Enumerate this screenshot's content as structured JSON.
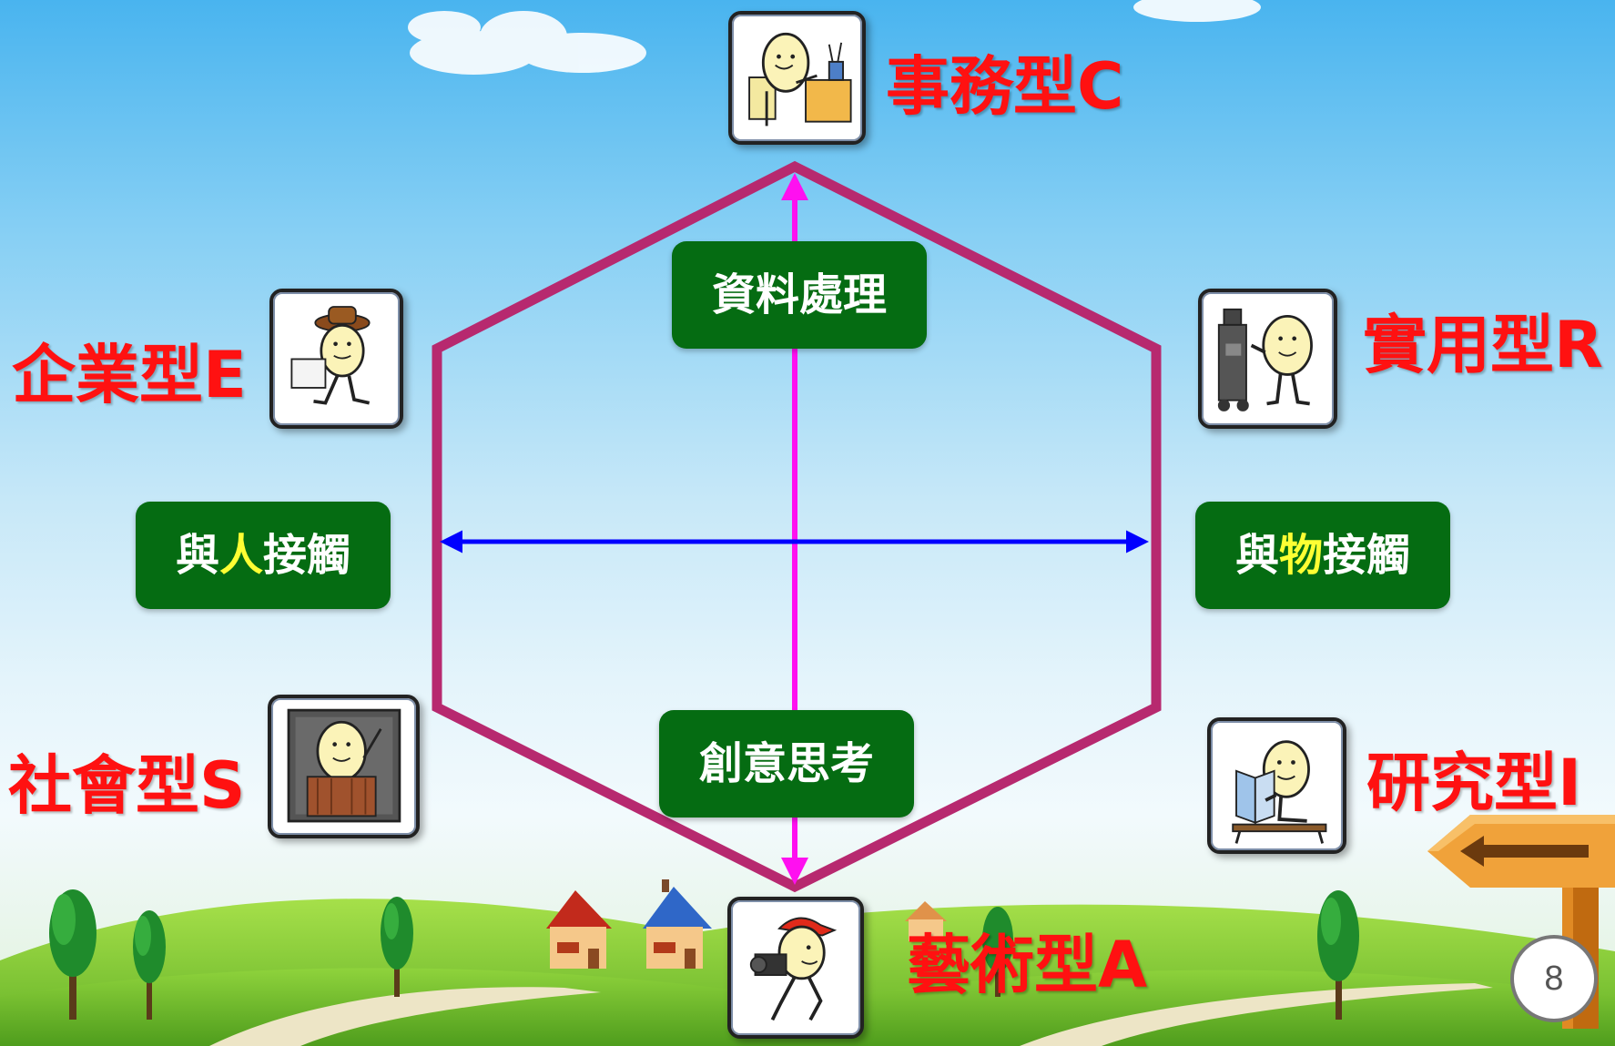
{
  "types": {
    "conventional": {
      "label": "事務型C",
      "icon": "egg-at-desk-icon"
    },
    "enterprising": {
      "label": "企業型E",
      "icon": "egg-with-hat-briefcase-icon"
    },
    "realistic": {
      "label": "實用型R",
      "icon": "egg-with-machine-icon"
    },
    "social": {
      "label": "社會型S",
      "icon": "egg-teacher-at-podium-icon"
    },
    "investigative": {
      "label": "研究型I",
      "icon": "egg-reading-book-icon"
    },
    "artistic": {
      "label": "藝術型A",
      "icon": "egg-with-camera-icon"
    }
  },
  "axes": {
    "top": "資料處理",
    "bottom": "創意思考",
    "left": {
      "before": "與",
      "highlight": "人",
      "after": "接觸"
    },
    "right": {
      "before": "與",
      "highlight": "物",
      "after": "接觸"
    }
  },
  "page_number": "8",
  "colors": {
    "hexagon": "#b7296f",
    "vertical_axis": "#ff10f0",
    "horizontal_axis": "#0000ff",
    "type_label": "#ff1111",
    "axis_box": "#056c12",
    "axis_highlight": "#ffff33"
  }
}
